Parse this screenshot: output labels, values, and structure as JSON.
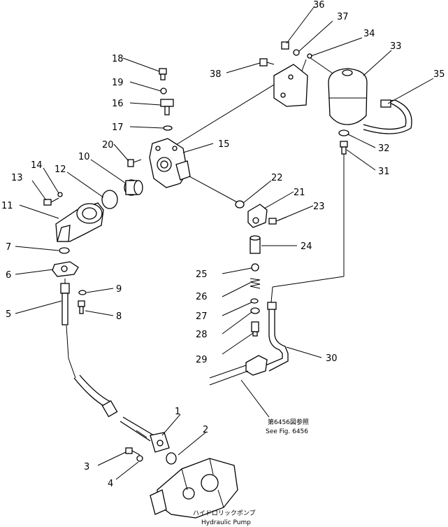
{
  "callouts": [
    "1",
    "2",
    "3",
    "4",
    "5",
    "6",
    "7",
    "8",
    "9",
    "10",
    "11",
    "12",
    "13",
    "14",
    "15",
    "16",
    "17",
    "18",
    "19",
    "20",
    "21",
    "22",
    "23",
    "24",
    "25",
    "26",
    "27",
    "28",
    "29",
    "30",
    "31",
    "32",
    "33",
    "34",
    "35",
    "36",
    "37",
    "38"
  ],
  "notes": {
    "ref_jp": "第6456図参照",
    "ref_en": "See Fig. 6456",
    "pump_jp": "ハイドロリックポンプ",
    "pump_en": "Hydraulic Pump"
  }
}
